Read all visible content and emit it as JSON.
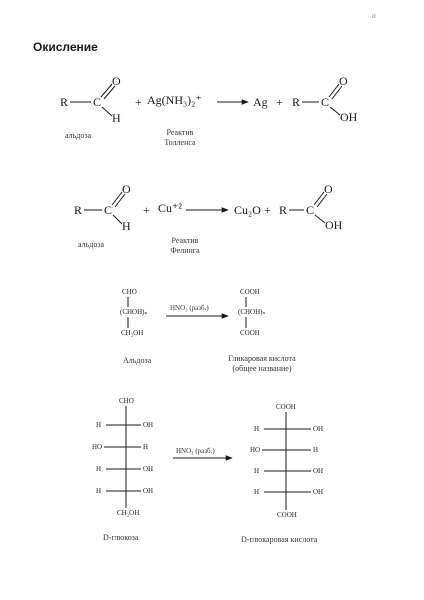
{
  "page_number": "п",
  "title": "Окисление",
  "reaction1": {
    "r": "R",
    "c": "C",
    "o": "O",
    "h": "H",
    "reagent": "Ag(NH₃)₂⁺",
    "plus1": "+",
    "product1": "Ag",
    "plus2": "+",
    "r2": "R",
    "c2": "C",
    "o2": "O",
    "oh": "OH",
    "label_left": "альдоза",
    "reagent_label_l1": "Реактив",
    "reagent_label_l2": "Толленса"
  },
  "reaction2": {
    "r": "R",
    "c": "C",
    "o": "O",
    "h": "H",
    "reagent": "Cu⁺²",
    "plus1": "+",
    "product1": "Cu₂O",
    "plus2": "+",
    "r2": "R",
    "c2": "C",
    "o2": "O",
    "oh": "OH",
    "label_left": "альдоза",
    "reagent_label_l1": "Реактив",
    "reagent_label_l2": "Фелинга"
  },
  "reaction3": {
    "left_top": "CHO",
    "left_mid": "(CHOH)ₙ",
    "left_bot": "CH₂OH",
    "arrow_label": "HNO₃ (разб.)",
    "right_top": "COOH",
    "right_mid": "(CHOH)ₙ",
    "right_bot": "COOH",
    "label_left": "Альдоза",
    "label_right_l1": "Гликаровая кислота",
    "label_right_l2": "(общее название)"
  },
  "reaction4": {
    "left_top": "CHO",
    "left_bot": "CH₂OH",
    "left_rows": [
      {
        "l": "H",
        "r": "OH"
      },
      {
        "l": "HO",
        "r": "H"
      },
      {
        "l": "H",
        "r": "OH"
      },
      {
        "l": "H",
        "r": "OH"
      }
    ],
    "arrow_label": "HNO₃ (разб.)",
    "right_top": "COOH",
    "right_bot": "COOH",
    "right_rows": [
      {
        "l": "H",
        "r": "OH"
      },
      {
        "l": "HO",
        "r": "H"
      },
      {
        "l": "H",
        "r": "OH"
      },
      {
        "l": "H",
        "r": "OH"
      }
    ],
    "label_left": "D-глюкоза",
    "label_right": "D-глюкаровая кислота"
  }
}
